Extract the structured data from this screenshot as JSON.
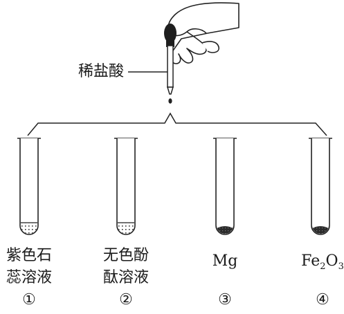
{
  "dropper": {
    "label": "稀盐酸"
  },
  "tubes": [
    {
      "line1": "紫色石",
      "line2": "蕊溶液",
      "number": "①",
      "contents": "liquid"
    },
    {
      "line1": "无色酚",
      "line2": "酞溶液",
      "number": "②",
      "contents": "liquid"
    },
    {
      "line1": "Mg",
      "line2": "",
      "number": "③",
      "contents": "solid"
    },
    {
      "line1": "Fe",
      "sub": "2",
      "mid": "O",
      "sub2": "3",
      "number": "④",
      "contents": "solid"
    }
  ]
}
